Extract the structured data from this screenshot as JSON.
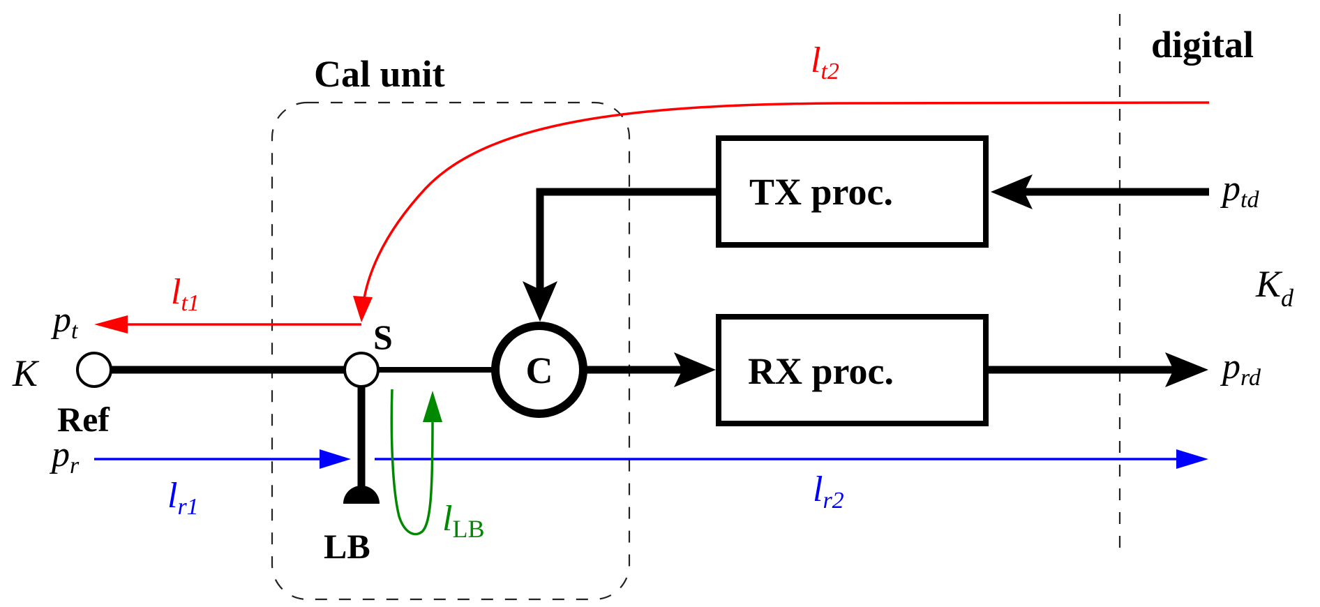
{
  "diagram": {
    "colors": {
      "main": "#000000",
      "tx_path": "#ff0000",
      "rx_path": "#0000ff",
      "loopback_path": "#008800",
      "boundary": "#222222"
    },
    "regions": {
      "cal_unit_label": "Cal unit",
      "digital_label": "digital"
    },
    "blocks": {
      "tx_proc": "TX proc.",
      "rx_proc": "RX proc.",
      "coupler": "C"
    },
    "nodes": {
      "ref": "Ref",
      "switch": "S",
      "loopback": "LB"
    },
    "reference_planes": {
      "K": {
        "main": "K",
        "sub": ""
      },
      "K_d": {
        "main": "K",
        "sub": "d"
      }
    },
    "signals": {
      "p_t": {
        "main": "p",
        "sub": "t"
      },
      "p_r": {
        "main": "p",
        "sub": "r"
      },
      "p_td": {
        "main": "p",
        "sub": "td"
      },
      "p_rd": {
        "main": "p",
        "sub": "rd"
      }
    },
    "paths": {
      "l_t1": {
        "main": "l",
        "sub": "t1"
      },
      "l_t2": {
        "main": "l",
        "sub": "t2"
      },
      "l_r1": {
        "main": "l",
        "sub": "r1"
      },
      "l_r2": {
        "main": "l",
        "sub": "r2"
      },
      "l_LB": {
        "main": "l",
        "sub": "LB"
      }
    }
  }
}
